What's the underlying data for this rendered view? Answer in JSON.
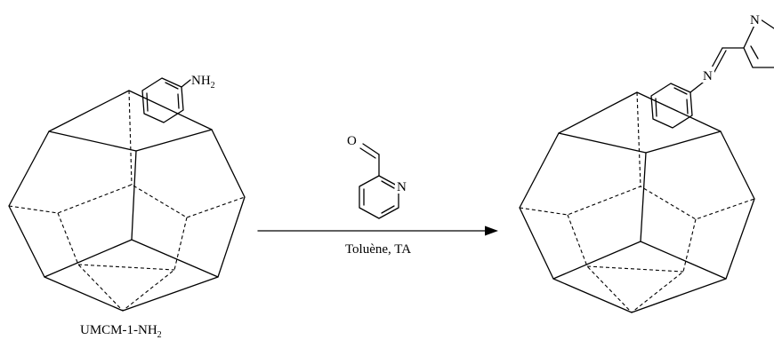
{
  "reactant": {
    "substituent": "NH",
    "substituent_subscript": "2",
    "caption_main": "UMCM-1-NH",
    "caption_subscript": "2"
  },
  "reagent": {
    "oxygen": "O",
    "ring_nitrogen": "N",
    "conditions": "Toluène, TA"
  },
  "product": {
    "imine_nitrogen": "N",
    "pyridine_nitrogen": "N"
  }
}
